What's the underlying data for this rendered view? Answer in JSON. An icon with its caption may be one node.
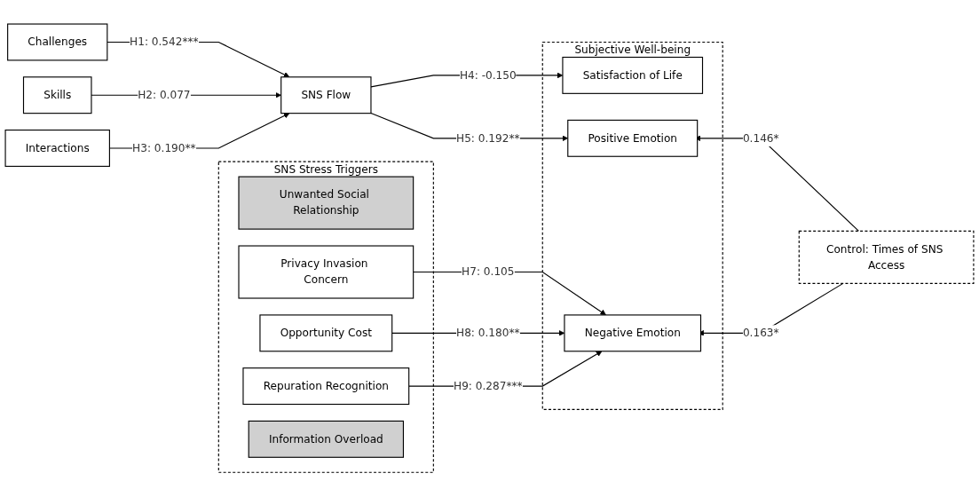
{
  "diagram": {
    "nodes": [
      {
        "text": [
          "Challenges"
        ]
      },
      {
        "text": [
          "Skills"
        ]
      },
      {
        "text": [
          "Interactions"
        ]
      },
      {
        "text": [
          "SNS Flow"
        ]
      },
      {
        "text": [
          "SNS Stress Triggers"
        ]
      },
      {
        "text": [
          "Unwanted Social Relationship"
        ],
        "in": 4
      },
      {
        "text": [
          "Privacy Invasion Concern"
        ],
        "in": 4
      },
      {
        "text": [
          "Opportunity Cost"
        ],
        "in": 4
      },
      {
        "text": [
          "Repuration Recognition"
        ],
        "in": 4
      },
      {
        "text": [
          "Information Overload"
        ],
        "in": 4
      },
      {
        "text": [
          "Subjective Well-being"
        ]
      },
      {
        "text": [
          "Satisfaction of Life"
        ],
        "in": 10
      },
      {
        "text": [
          "Positive Emotion"
        ],
        "in": 10
      },
      {
        "text": [
          "Negative Emotion"
        ],
        "in": 10
      },
      {
        "text": [
          "Control: Times of SNS Access"
        ]
      }
    ],
    "edges": [
      {
        "from": 0,
        "to": 3,
        "arrow": "to",
        "label": "H1: 0.542***"
      },
      {
        "from": 1,
        "to": 3,
        "arrow": "to",
        "label": "H2: 0.077"
      },
      {
        "from": 2,
        "to": 3,
        "arrow": "to",
        "label": "H3: 0.190**"
      },
      {
        "from": 3,
        "to": 11,
        "arrow": "to",
        "label": "H4: -0.150"
      },
      {
        "from": 3,
        "to": 12,
        "arrow": "to",
        "label": "H5: 0.192**"
      },
      {
        "from": 6,
        "to": 13,
        "arrow": "to",
        "label": "H7: 0.105"
      },
      {
        "from": 7,
        "to": 13,
        "arrow": "to",
        "label": "H8: 0.180**"
      },
      {
        "from": 8,
        "to": 13,
        "arrow": "to",
        "label": "H9: 0.287***"
      },
      {
        "from": 14,
        "to": 12,
        "arrow": "to",
        "label": "0.146*"
      },
      {
        "from": 14,
        "to": 13,
        "arrow": "to",
        "label": "0.163*"
      }
    ]
  }
}
